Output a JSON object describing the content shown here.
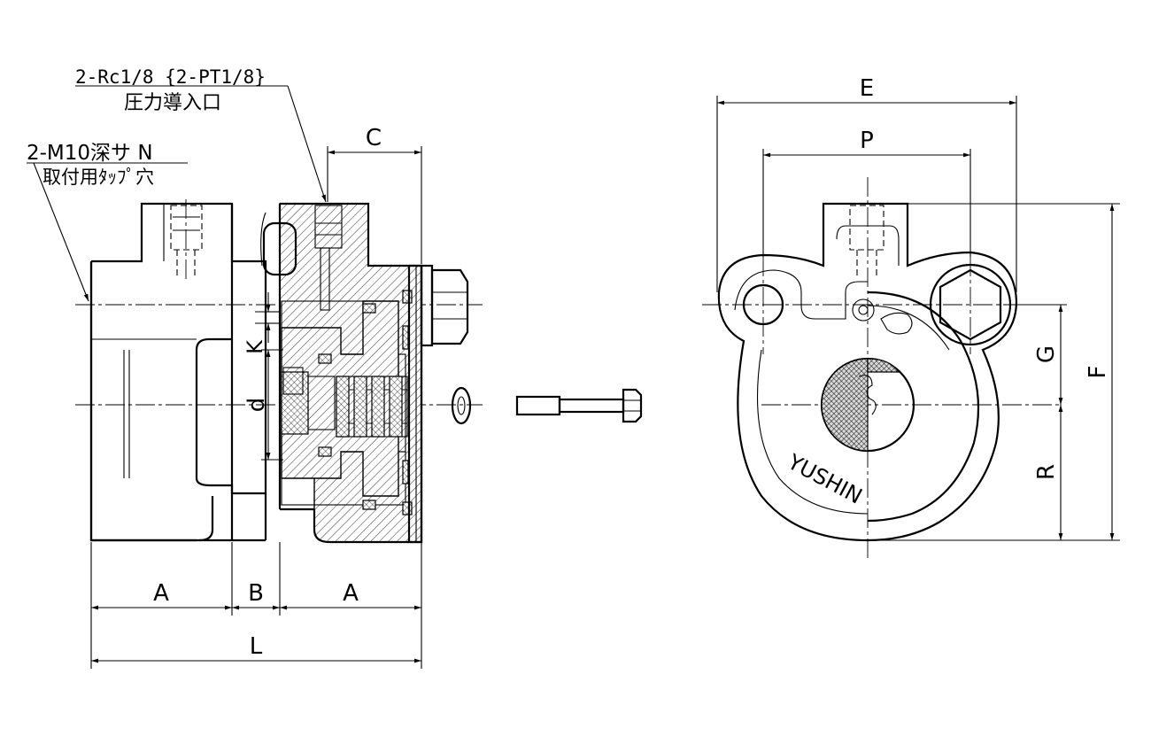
{
  "notes": {
    "port_code": "2-Rc1/8 {2-PT1/8}",
    "port_desc": "圧力導入口",
    "tap_code": "2-M10深サ N",
    "tap_desc": "取付用ﾀｯﾌﾟ穴"
  },
  "dimensions": {
    "A_left": "A",
    "B": "B",
    "A_right": "A",
    "L": "L",
    "C": "C",
    "K": "K",
    "d": "d",
    "E": "E",
    "P": "P",
    "F": "F",
    "G": "G",
    "R": "R"
  },
  "brand": "YUSHIN"
}
